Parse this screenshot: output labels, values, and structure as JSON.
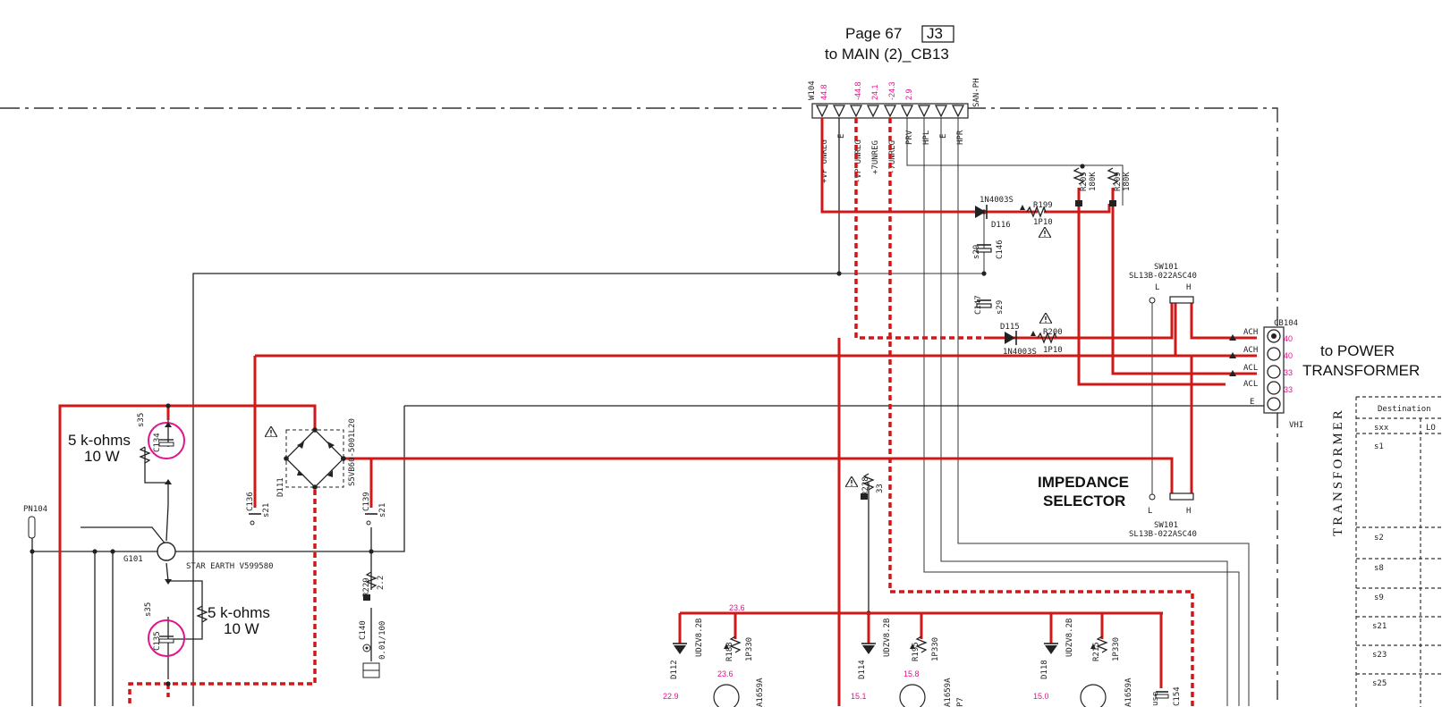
{
  "header": {
    "page_ref": "Page 67",
    "jack": "J3",
    "dest": "to MAIN (2)_CB13"
  },
  "connector_w104": {
    "name": "W104",
    "type": "SAN-PH",
    "voltages": [
      "44.8",
      "-44.8",
      "24.1",
      "-24.3",
      "2.9"
    ],
    "pins": [
      "+VP UNREG",
      "E",
      "-VP UNREG",
      "+7UNREG",
      "-7UNREG",
      "PRV",
      "HPL",
      "E",
      "HPR"
    ]
  },
  "components": {
    "d116_part": "1N4003S",
    "d116": "D116",
    "r199": "R199",
    "r199_val": "1P10",
    "r205": "R205",
    "r205_val": "180K",
    "r209": "R209",
    "r209_val": "180K",
    "c146": "C146",
    "c146_val": "s29",
    "c147": "C147",
    "c147_val": "s29",
    "d115": "D115",
    "d115_part": "1N4003S",
    "r200": "R200",
    "r200_val": "1P10",
    "sw101_top": "SW101",
    "sw101_top_part": "SL13B-022ASC40",
    "sw101_bottom": "SW101",
    "sw101_bottom_part": "SL13B-022ASC40",
    "sw_l": "L",
    "sw_h": "H",
    "cb104": "CB104",
    "cb104_pins": [
      "ACH",
      "ACH",
      "ACL",
      "ACL",
      "E"
    ],
    "cb104_volts": [
      "40",
      "40",
      "33",
      "33"
    ],
    "vhi": "VHI",
    "d111": "D111",
    "d111_part": "S5VB60-5001L20",
    "c136": "C136",
    "c136_val": "s21",
    "c139": "C139",
    "c139_val": "s21",
    "c134": "C134",
    "c134_val": "s35",
    "c135": "C135",
    "c135_val": "s35",
    "r228": "R228",
    "r228_val": "33",
    "r229": "R229",
    "r229_val": "2.2",
    "c140": "C140",
    "c140_val": "0.01/100",
    "pn104": "PN104",
    "g101": "G101",
    "star_earth": "STAR EARTH V599580",
    "d112": "D112",
    "d112_part": "UDZV8.2B",
    "r188": "R188",
    "r188_val": "1P330",
    "d114": "D114",
    "d114_part": "UDZV8.2B",
    "r195": "R195",
    "r195_val": "1P330",
    "d118": "D118",
    "d118_part": "UDZV8.2B",
    "r215": "R215",
    "r215_val": "1P330",
    "c154": "C154",
    "c154_val": "use",
    "q1": "A1659A",
    "q2": "A1659A",
    "q3": "A1659A",
    "q_suffix": "P7"
  },
  "voltages": {
    "v236a": "23.6",
    "v236b": "23.6",
    "v158": "15.8",
    "v229": "22.9",
    "v151": "15.1",
    "v150": "15.0"
  },
  "labels": {
    "res_rating_top": "5 k-ohms",
    "watt_top": "10 W",
    "res_rating_bottom": "5 k-ohms",
    "watt_bottom": "10 W",
    "to_power": "to POWER",
    "transformer": "TRANSFORMER",
    "impedance": "IMPEDANCE",
    "selector": "SELECTOR",
    "transformer_vertical": "TRANSFORMER"
  },
  "dest_table": {
    "header": [
      "Destination",
      "sxx",
      "LO"
    ],
    "rows": [
      "s1",
      "s2",
      "s8",
      "s9",
      "s21",
      "s23",
      "s25"
    ]
  },
  "colors": {
    "trace_red": "#d01818",
    "voltage_magenta": "#e0148c",
    "wire_black": "#222222"
  }
}
